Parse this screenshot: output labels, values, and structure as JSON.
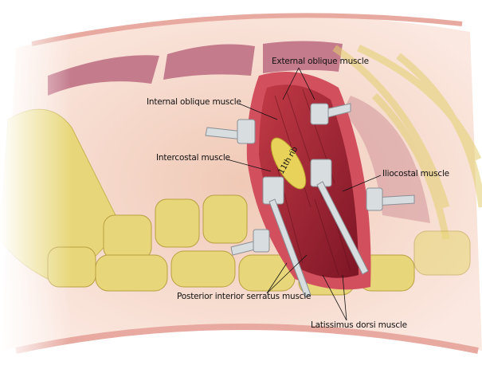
{
  "figure": {
    "labels": {
      "external_oblique": "External oblique muscle",
      "internal_oblique": "Internal oblique muscle",
      "intercostal": "Intercostal muscle",
      "rib": "11th rib",
      "iliocostal": "Iliocostal muscle",
      "serratus": "Posterior interior serratus muscle",
      "latissimus": "Latissimus dorsi muscle"
    },
    "colors": {
      "skin": "#f3d2c4",
      "muscle": "#a8283a",
      "bone": "#e8d77a",
      "retractor": "#d8dde0"
    }
  }
}
